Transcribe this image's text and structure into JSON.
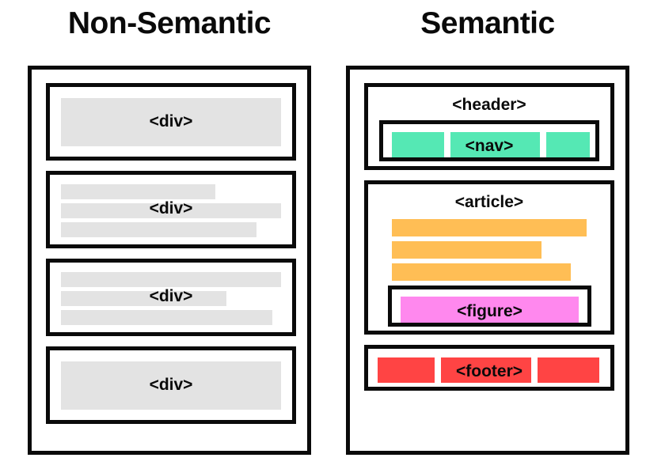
{
  "diagram": {
    "title_left": "Non-Semantic",
    "title_right": "Semantic",
    "colors": {
      "ink": "#0a0a0a",
      "gray_block": "#e3e3e3",
      "nav_teal": "#55e8b4",
      "article_orange": "#ffbe55",
      "figure_pink": "#ff88ee",
      "footer_red": "#ff4444",
      "page_background": "#ffffff"
    }
  },
  "left_panel": {
    "name": "non-semantic-page",
    "blocks": [
      {
        "label": "<div>",
        "kind": "single-block",
        "bars": [
          {
            "width_pct": 100,
            "color": "gray_block"
          }
        ]
      },
      {
        "label": "<div>",
        "kind": "text-lines",
        "bars": [
          {
            "width_pct": 70,
            "color": "gray_block"
          },
          {
            "width_pct": 100,
            "color": "gray_block"
          },
          {
            "width_pct": 89,
            "color": "gray_block"
          }
        ]
      },
      {
        "label": "<div>",
        "kind": "text-lines",
        "bars": [
          {
            "width_pct": 100,
            "color": "gray_block"
          },
          {
            "width_pct": 75,
            "color": "gray_block"
          },
          {
            "width_pct": 96,
            "color": "gray_block"
          }
        ]
      },
      {
        "label": "<div>",
        "kind": "single-block",
        "bars": [
          {
            "width_pct": 100,
            "color": "gray_block"
          }
        ]
      }
    ]
  },
  "right_panel": {
    "name": "semantic-page",
    "sections": [
      {
        "label": "<header>",
        "inner": {
          "label": "<nav>",
          "items": [
            {
              "width_pct": 24,
              "color": "nav_teal",
              "label": ""
            },
            {
              "width_pct": 42,
              "color": "nav_teal",
              "label": "<nav>"
            },
            {
              "width_pct": 24,
              "color": "nav_teal",
              "label": ""
            }
          ]
        }
      },
      {
        "label": "<article>",
        "bars": [
          {
            "width_pct": 100,
            "color": "article_orange"
          },
          {
            "width_pct": 77,
            "color": "article_orange"
          },
          {
            "width_pct": 92,
            "color": "article_orange"
          }
        ],
        "inner": {
          "label": "<figure>",
          "bar": {
            "width_pct": 100,
            "color": "figure_pink"
          }
        }
      },
      {
        "label": "<footer>",
        "items": [
          {
            "width_pct": 25,
            "color": "footer_red",
            "label": ""
          },
          {
            "width_pct": 40,
            "color": "footer_red",
            "label": "<footer>"
          },
          {
            "width_pct": 25,
            "color": "footer_red",
            "label": ""
          }
        ]
      }
    ]
  }
}
